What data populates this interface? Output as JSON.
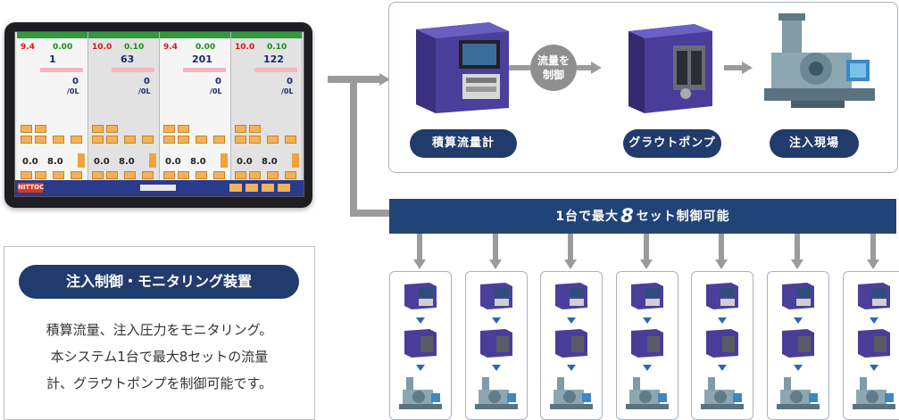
{
  "top_process": {
    "flow_meter_label": "積算流量計",
    "pump_label": "グラウトポンプ",
    "site_label": "注入現場",
    "control_note": [
      "流量を",
      "制御"
    ]
  },
  "banner": {
    "prefix": "1台で最大",
    "number": "8",
    "suffix": "セット制御可能"
  },
  "info": {
    "title": "注入制御・モニタリング装置",
    "lines": [
      "積算流量、注入圧力をモニタリング。",
      "本システム1台で最大8セットの流量",
      "計、グラウトポンプを制御可能です。"
    ]
  },
  "screen": {
    "columns": [
      {
        "red": "9.4",
        "green": "0.00",
        "blue": "1",
        "blue2": "0",
        "blue3": "/0L",
        "big": "0.0",
        "big2": "8.0"
      },
      {
        "red": "10.0",
        "green": "0.10",
        "blue": "63",
        "blue2": "0",
        "blue3": "/0L",
        "big": "0.0",
        "big2": "8.0"
      },
      {
        "red": "9.4",
        "green": "0.00",
        "blue": "201",
        "blue2": "0",
        "blue3": "/0L",
        "big": "0.0",
        "big2": "8.0"
      },
      {
        "red": "10.0",
        "green": "0.10",
        "blue": "122",
        "blue2": "0",
        "blue3": "/0L",
        "big": "0.0",
        "big2": "8.0"
      }
    ],
    "brand": "NITTOC"
  },
  "colors": {
    "navy": "#203b6c",
    "banner": "#214478",
    "connector": "#9b9b9b",
    "machine_purple": "#4b3f9c"
  },
  "small_box_count": 7
}
